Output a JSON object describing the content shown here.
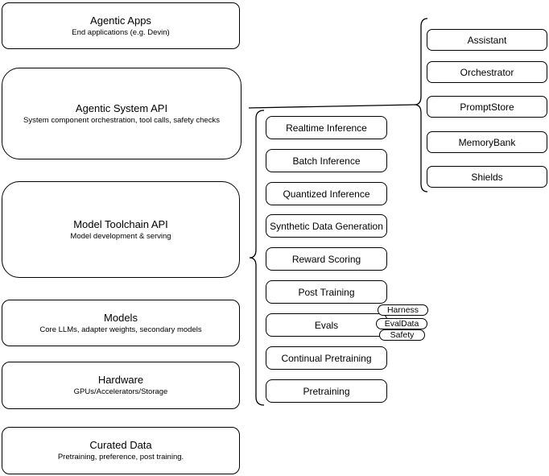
{
  "canvas": {
    "background_color": "#ffffff",
    "stroke_color": "#000000"
  },
  "left_stack": {
    "boxes": [
      {
        "title": "Agentic Apps",
        "subtitle": "End applications (e.g. Devin)"
      },
      {
        "title": "Agentic System API",
        "subtitle": "System component orchestration, tool calls, safety checks"
      },
      {
        "title": "Model Toolchain API",
        "subtitle": "Model development & serving"
      },
      {
        "title": "Models",
        "subtitle": "Core LLMs, adapter weights, secondary models"
      },
      {
        "title": "Hardware",
        "subtitle": "GPUs/Accelerators/Storage"
      },
      {
        "title": "Curated Data",
        "subtitle": "Pretraining, preference, post training."
      }
    ]
  },
  "toolchain_services": {
    "items": [
      {
        "label": "Realtime Inference"
      },
      {
        "label": "Batch Inference"
      },
      {
        "label": "Quantized Inference"
      },
      {
        "label": "Synthetic Data Generation"
      },
      {
        "label": "Reward Scoring"
      },
      {
        "label": "Post Training"
      },
      {
        "label": "Evals"
      },
      {
        "label": "Continual Pretraining"
      },
      {
        "label": "Pretraining"
      }
    ],
    "eval_tags": [
      {
        "label": "Harness"
      },
      {
        "label": "EvalData"
      },
      {
        "label": "Safety"
      }
    ]
  },
  "system_components": {
    "items": [
      {
        "label": "Assistant"
      },
      {
        "label": "Orchestrator"
      },
      {
        "label": "PromptStore"
      },
      {
        "label": "MemoryBank"
      },
      {
        "label": "Shields"
      }
    ]
  }
}
